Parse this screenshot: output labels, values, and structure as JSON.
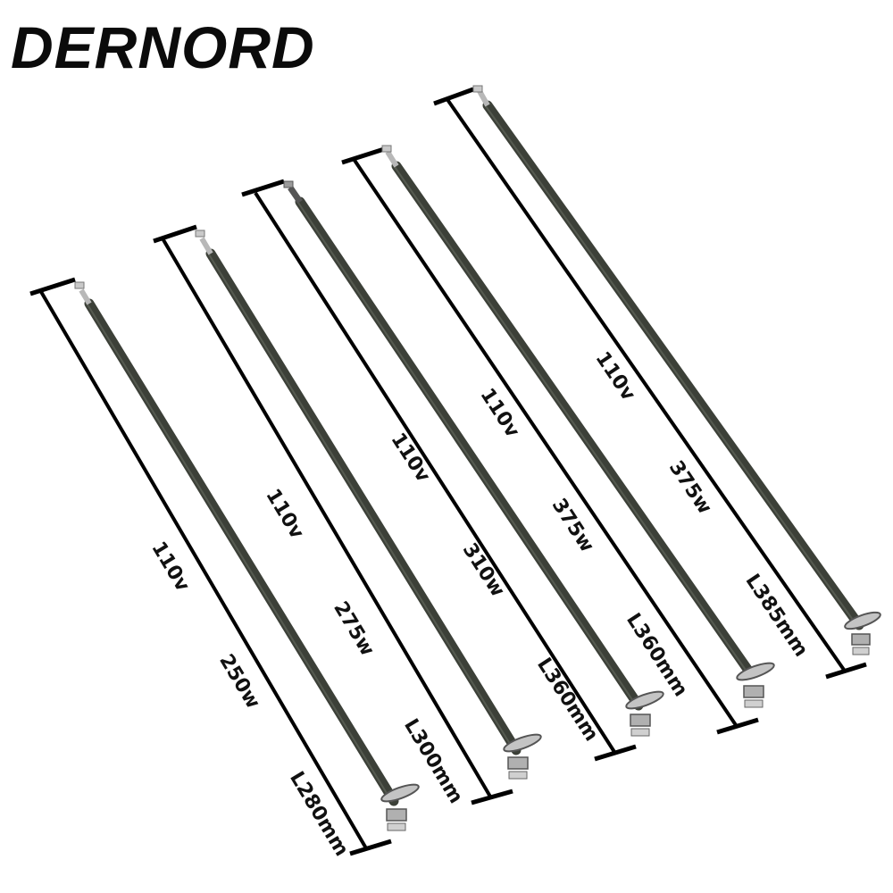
{
  "brand": {
    "name": "DERNORD"
  },
  "colors": {
    "background": "#ffffff",
    "tube": "#3c4038",
    "tube_highlight": "#6b7064",
    "measure_line": "#000000",
    "metal": "#b8b8b8"
  },
  "elements": [
    {
      "voltage": "110v",
      "power": "250w",
      "length": "L280mm"
    },
    {
      "voltage": "110v",
      "power": "275w",
      "length": "L300mm"
    },
    {
      "voltage": "110v",
      "power": "310w",
      "length": "L360mm"
    },
    {
      "voltage": "110v",
      "power": "375w",
      "length": "L360mm"
    },
    {
      "voltage": "110v",
      "power": "375w",
      "length": "L385mm"
    }
  ]
}
